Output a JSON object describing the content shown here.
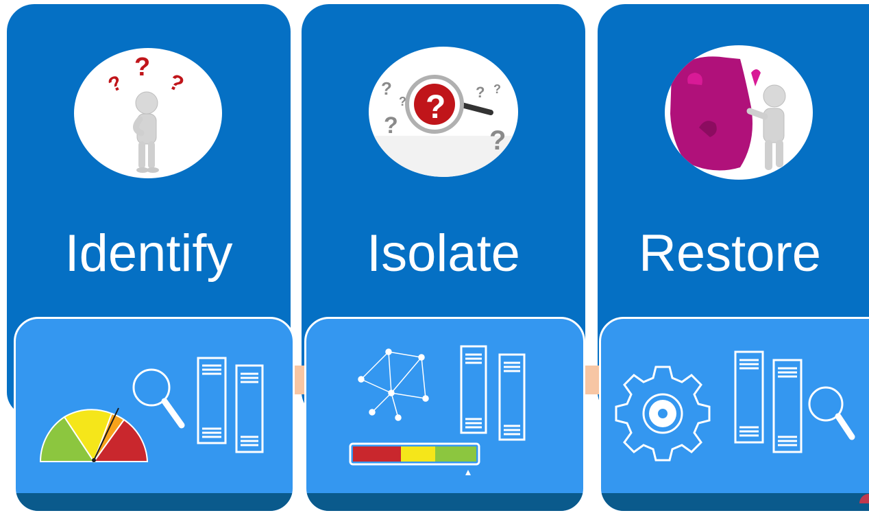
{
  "stages": [
    {
      "title": "Identify",
      "picture": "thinking-figure-with-question-marks"
    },
    {
      "title": "Isolate",
      "picture": "magnifier-over-question-marks"
    },
    {
      "title": "Restore",
      "picture": "figure-fitting-puzzle-piece"
    }
  ],
  "icons": {
    "card1": [
      "speed-gauge-icon",
      "magnifier-icon",
      "server-racks-icon"
    ],
    "card2": [
      "network-graph-icon",
      "server-racks-icon",
      "status-bar-icon"
    ],
    "card3": [
      "gear-icon",
      "server-racks-icon",
      "magnifier-icon"
    ]
  },
  "colors": {
    "column": "#0570c4",
    "card": "#3497f0",
    "band": "#0a5a8c",
    "connector": "#f7c6a4",
    "gauge_green": "#8cc63f",
    "gauge_yellow": "#f5e61a",
    "gauge_orange": "#f7a21b",
    "gauge_red": "#c9272d",
    "puzzle_magenta": "#b0117a",
    "question_red": "#c0151a"
  }
}
